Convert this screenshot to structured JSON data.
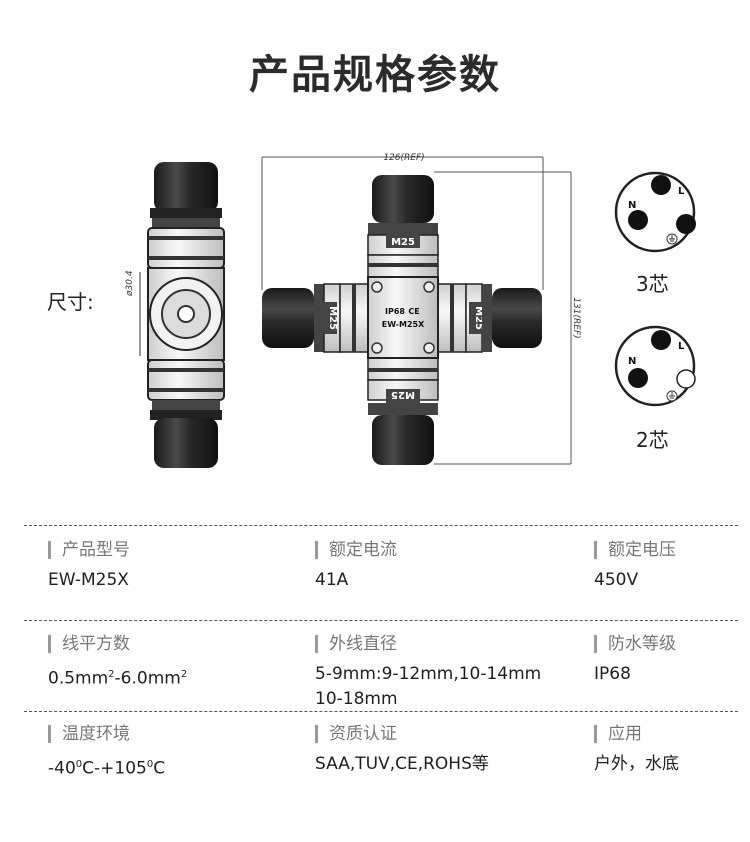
{
  "page": {
    "title": "产品规格参数",
    "size_label": "尺寸:"
  },
  "drawing": {
    "diameter_label": "ø30.4",
    "width_label": "126(REF)",
    "height_label": "131(REF)",
    "port_label": "M25",
    "center_label_1": "IP68",
    "center_label_2": "CE",
    "center_label_3": "EW-M25X"
  },
  "pin_diagrams": [
    {
      "caption": "3芯",
      "pins": [
        "L",
        "N"
      ]
    },
    {
      "caption": "2芯",
      "pins": [
        "L",
        "N"
      ]
    }
  ],
  "specs": {
    "row1": [
      {
        "label": "产品型号",
        "value": "EW-M25X"
      },
      {
        "label": "额定电流",
        "value": "41A"
      },
      {
        "label": "额定电压",
        "value": "450V"
      }
    ],
    "row2": [
      {
        "label": "线平方数",
        "value_a": "0.5mm",
        "sup_a": "2",
        "value_b": "-6.0mm",
        "sup_b": "2"
      },
      {
        "label": "外线直径",
        "value": "5-9mm:9-12mm,10-14mm",
        "value2": "10-18mm"
      },
      {
        "label": "防水等级",
        "value": "IP68"
      }
    ],
    "row3": [
      {
        "label": "温度环境",
        "value_a": "-40",
        "sup_a": "0",
        "value_b": "C-+105",
        "sup_b": "0",
        "value_c": "C"
      },
      {
        "label": "资质认证",
        "value": "SAA,TUV,CE,ROHS等"
      },
      {
        "label": "应用",
        "value": "户外，水底"
      }
    ]
  }
}
